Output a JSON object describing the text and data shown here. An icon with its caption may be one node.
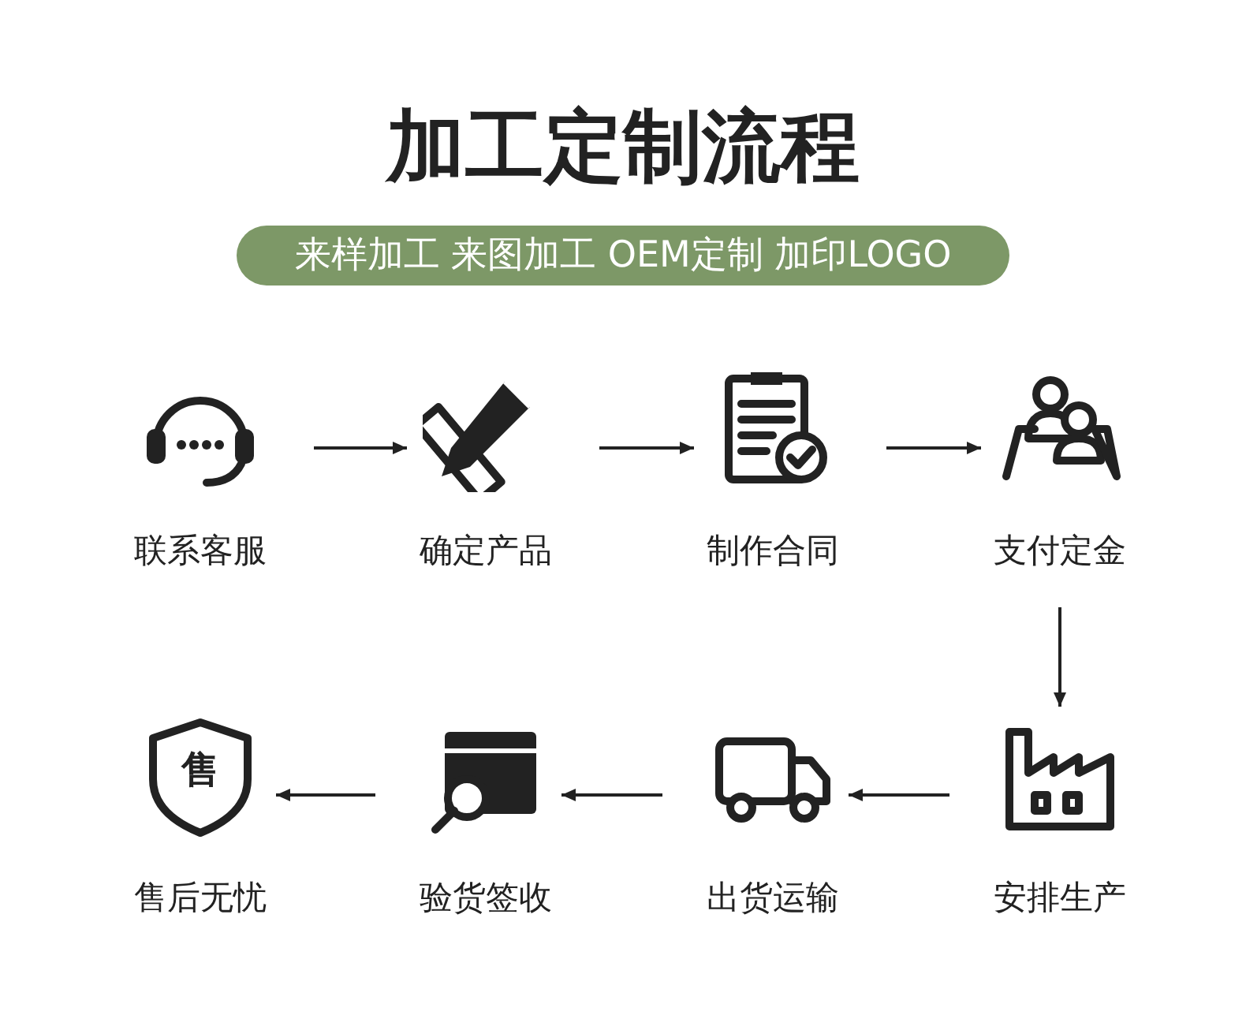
{
  "diagram": {
    "title": "加工定制流程",
    "nodes": [
      {
        "text": [
          "联系客服"
        ]
      },
      {
        "text": [
          "确定产品"
        ]
      },
      {
        "text": [
          "制作合同"
        ]
      },
      {
        "text": [
          "支付定金"
        ]
      },
      {
        "text": [
          "售后无忧"
        ]
      },
      {
        "text": [
          "验货签收"
        ]
      },
      {
        "text": [
          "出货运输"
        ]
      },
      {
        "text": [
          "安排生产"
        ]
      }
    ],
    "edges": [
      {
        "from": 0,
        "to": 1,
        "arrow": "to"
      },
      {
        "from": 1,
        "to": 2,
        "arrow": "to"
      },
      {
        "from": 2,
        "to": 3,
        "arrow": "to"
      },
      {
        "from": 3,
        "to": 7,
        "arrow": "to"
      },
      {
        "from": 7,
        "to": 6,
        "arrow": "to"
      },
      {
        "from": 6,
        "to": 5,
        "arrow": "to"
      },
      {
        "from": 5,
        "to": 4,
        "arrow": "to"
      }
    ],
    "labels": [
      "来样加工 来图加工 OEM定制 加印LOGO",
      "售"
    ]
  }
}
